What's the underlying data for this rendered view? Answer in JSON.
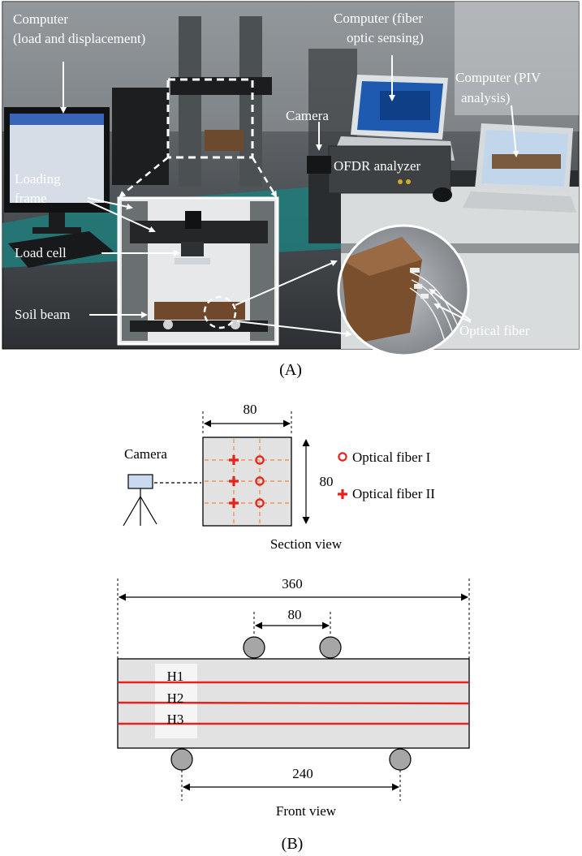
{
  "photo": {
    "callouts": {
      "computer_load": [
        "Computer",
        "(load and displacement)"
      ],
      "computer_fiber": [
        "Computer (fiber",
        "optic sensing)"
      ],
      "computer_piv": [
        "Computer (PIV",
        "analysis)"
      ],
      "camera": "Camera",
      "ofdr": "OFDR analyzer",
      "loading_frame": [
        "Loading",
        "frame"
      ],
      "load_cell": "Load cell",
      "soil_beam": "Soil beam",
      "optical_fiber": "Optical fiber"
    },
    "panel_label": "(A)"
  },
  "section": {
    "camera_label": "Camera",
    "width_dim": "80",
    "height_dim": "80",
    "caption": "Section view",
    "legend": [
      {
        "marker": "circle",
        "label": "Optical fiber I"
      },
      {
        "marker": "cross",
        "label": "Optical fiber II"
      }
    ]
  },
  "front": {
    "length_dim": "360",
    "load_span_dim": "80",
    "support_span_dim": "240",
    "fiber_labels": [
      "H1",
      "H2",
      "H3"
    ],
    "caption": "Front view"
  },
  "panel_b_label": "(B)",
  "colors": {
    "fiber_red": "#e8211c",
    "guide_orange": "#f08a3c",
    "section_fill": "#e2e2e2",
    "roller_fill": "#a6a6a6",
    "camera_fill": "#c9daf0"
  }
}
